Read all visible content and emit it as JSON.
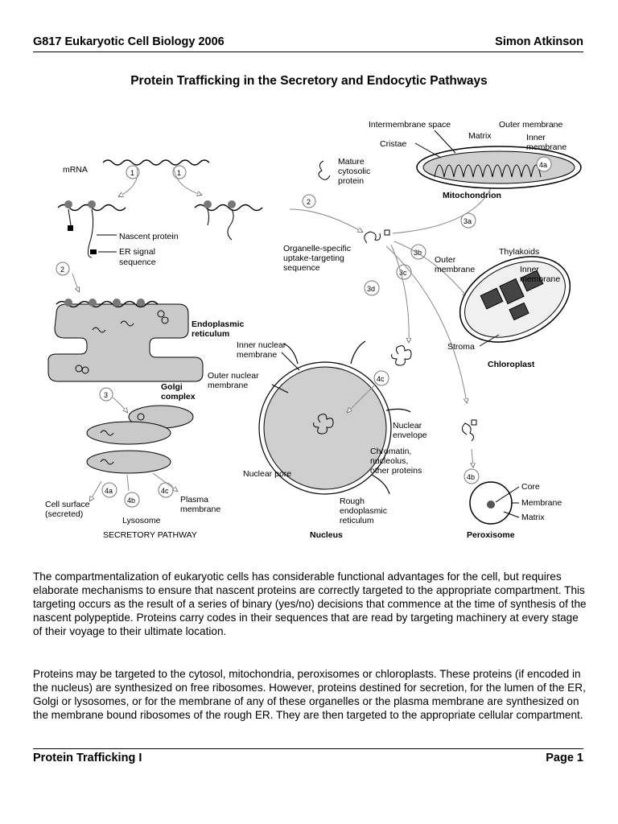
{
  "header": {
    "course": "G817 Eukaryotic Cell Biology 2006",
    "author": "Simon Atkinson"
  },
  "title": "Protein Trafficking in the Secretory and Endocytic Pathways",
  "figure": {
    "mrna": "mRNA",
    "step1": "1",
    "step2": "2",
    "step3": "3",
    "step4a": "4a",
    "step4b": "4b",
    "step4c": "4c",
    "step3a": "3a",
    "step3b": "3b",
    "step3c": "3c",
    "step3d": "3d",
    "nascent_protein": "Nascent protein",
    "er_signal": [
      "ER signal",
      "sequence"
    ],
    "mature_protein": [
      "Mature",
      "cytosolic",
      "protein"
    ],
    "organelle_seq": [
      "Organelle-specific",
      "uptake-targeting",
      "sequence"
    ],
    "er": [
      "Endoplasmic",
      "reticulum"
    ],
    "golgi": [
      "Golgi",
      "complex"
    ],
    "cell_surface": [
      "Cell surface",
      "(secreted)"
    ],
    "lysosome": "Lysosome",
    "plasma_membrane": [
      "Plasma",
      "membrane"
    ],
    "secretory_pathway": "SECRETORY PATHWAY",
    "inner_nuclear": [
      "Inner nuclear",
      "membrane"
    ],
    "outer_nuclear": [
      "Outer nuclear",
      "membrane"
    ],
    "nuclear_envelope": [
      "Nuclear",
      "envelope"
    ],
    "chromatin": [
      "Chromatin,",
      "nucleolus,",
      "other proteins"
    ],
    "nuclear_pore": "Nuclear pore",
    "rough_er": [
      "Rough",
      "endoplasmic",
      "reticulum"
    ],
    "nucleus": "Nucleus",
    "intermembrane": "Intermembrane space",
    "outer_membrane": "Outer membrane",
    "matrix": "Matrix",
    "cristae": "Cristae",
    "inner_membrane": [
      "Inner",
      "membrane"
    ],
    "mitochondrion": "Mitochondrion",
    "thylakoids": "Thylakoids",
    "chl_outer": [
      "Outer",
      "membrane"
    ],
    "chl_inner": [
      "Inner",
      "membrane"
    ],
    "stroma": "Stroma",
    "chloroplast": "Chloroplast",
    "core": "Core",
    "membrane": "Membrane",
    "perox_matrix": "Matrix",
    "peroxisome": "Peroxisome"
  },
  "paragraphs": [
    "The compartmentalization of eukaryotic cells has considerable functional advantages for the cell, but requires elaborate mechanisms to ensure that nascent proteins are correctly targeted to the appropriate compartment. This targeting occurs as the result of a series of binary (yes/no) decisions that commence at the time of synthesis of the nascent polypeptide. Proteins carry codes in their sequences that are read by targeting machinery at every stage of their voyage to their ultimate location.",
    "Proteins may be targeted to the cytosol, mitochondria, peroxisomes or chloroplasts. These proteins (if encoded in the nucleus) are synthesized on free ribosomes. However, proteins destined for secretion, for the lumen of the ER, Golgi or lysosomes, or for the membrane of any of these organelles or the plasma membrane are synthesized on the membrane bound ribosomes of the rough ER. They are then targeted to the appropriate cellular compartment."
  ],
  "footer": {
    "left": "Protein Trafficking I",
    "right": "Page 1"
  }
}
